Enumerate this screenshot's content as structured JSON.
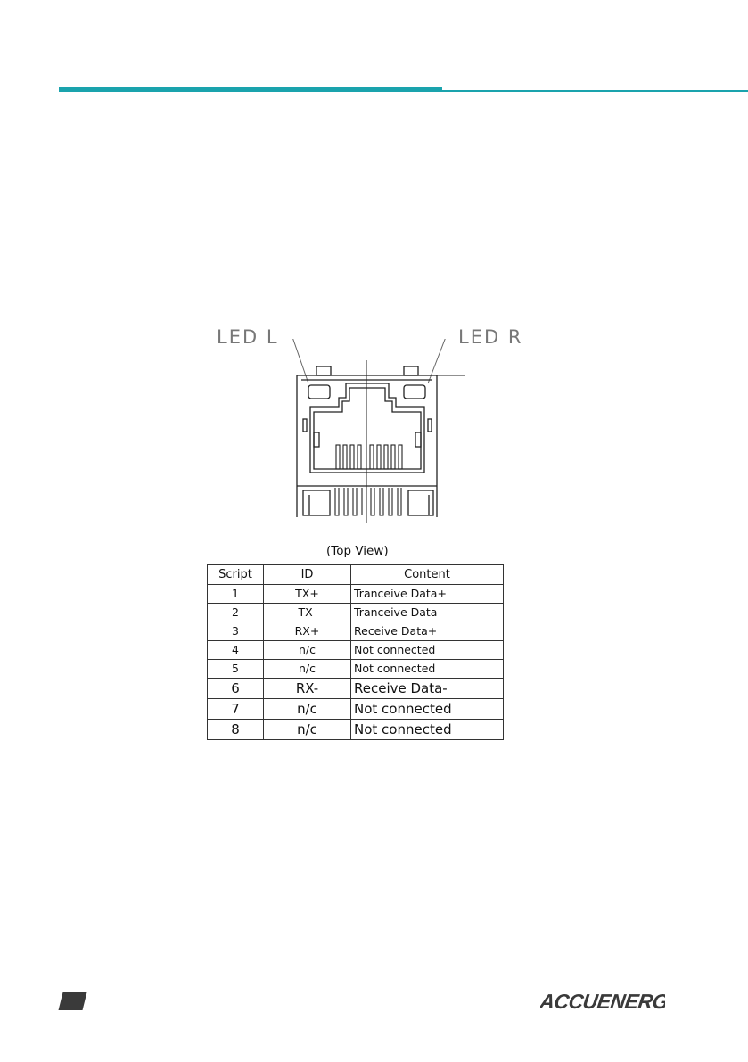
{
  "figure": {
    "led_left_label": "LED L",
    "led_right_label": "LED R",
    "caption": "(Top View)"
  },
  "table": {
    "headers": [
      "Script",
      "ID",
      "Content"
    ],
    "rows": [
      [
        "1",
        "TX+",
        "Tranceive Data+"
      ],
      [
        "2",
        "TX-",
        "Tranceive Data-"
      ],
      [
        "3",
        "RX+",
        "Receive Data+"
      ],
      [
        "4",
        "n/c",
        "Not connected"
      ],
      [
        "5",
        "n/c",
        "Not connected"
      ],
      [
        "6",
        "RX-",
        "Receive Data-"
      ],
      [
        "7",
        "n/c",
        "Not connected"
      ],
      [
        "8",
        "n/c",
        "Not connected"
      ]
    ]
  },
  "footer": {
    "brand": "ACCUENERGY"
  },
  "colors": {
    "accent": "#1aa3ad",
    "footer_mark": "#3a3a3a"
  }
}
